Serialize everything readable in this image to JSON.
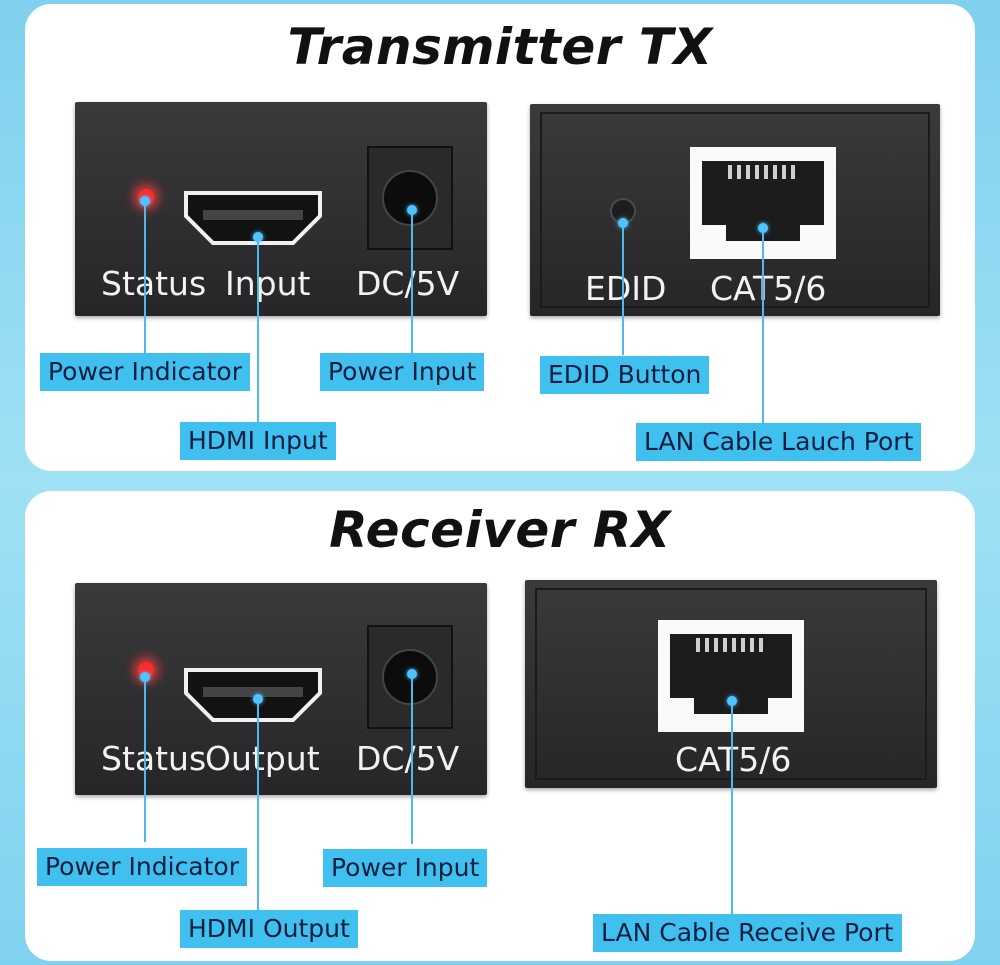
{
  "tx": {
    "title": "Transmitter TX",
    "port_labels": {
      "status": "Status",
      "input": "Input",
      "dc": "DC/5V",
      "edid": "EDID",
      "cat": "CAT5/6"
    },
    "callouts": {
      "power_indicator": "Power Indicator",
      "power_input": "Power Input",
      "hdmi_input": "HDMI Input",
      "edid_button": "EDID Button",
      "lan_port": "LAN Cable Lauch Port"
    }
  },
  "rx": {
    "title": "Receiver RX",
    "port_labels": {
      "status": "Status",
      "output": "Output",
      "dc": "DC/5V",
      "cat": "CAT5/6"
    },
    "callouts": {
      "power_indicator": "Power Indicator",
      "power_input": "Power Input",
      "hdmi_output": "HDMI Output",
      "lan_port": "LAN Cable Receive Port"
    }
  },
  "colors": {
    "background": "#8fd8f2",
    "panel": "#ffffff",
    "device": "#2c2c2e",
    "callout": "#3fc0ef",
    "line": "#4fb9ea",
    "led": "#ff2a2a"
  }
}
